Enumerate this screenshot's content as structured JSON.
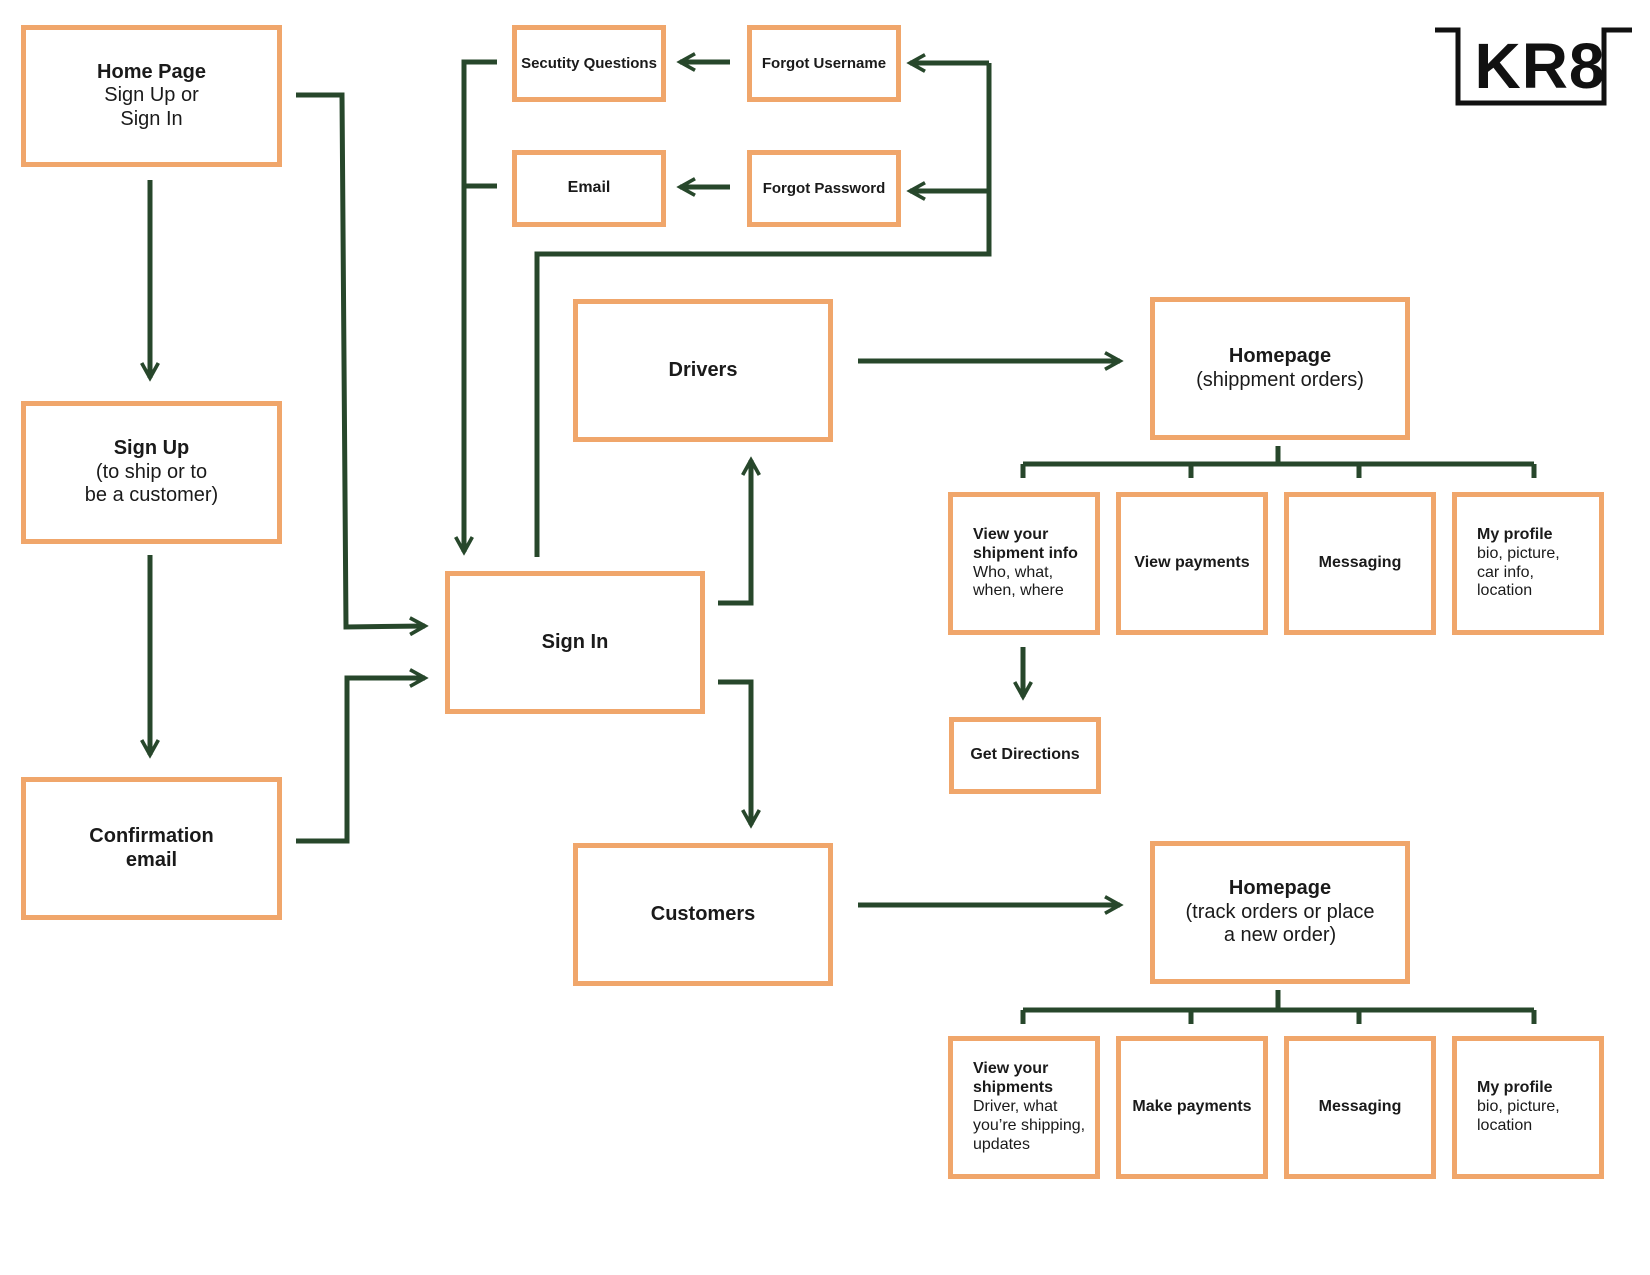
{
  "colors": {
    "box_border": "#F0A66B",
    "connector": "#27472B",
    "text": "#1a1a1a",
    "logo": "#111111"
  },
  "logo": {
    "text": "KR8"
  },
  "nodes": {
    "home": {
      "title": "Home Page",
      "sub1": "Sign Up or",
      "sub2": "Sign In"
    },
    "signup": {
      "title": "Sign Up",
      "sub1": "(to ship or to",
      "sub2": "be a customer)"
    },
    "confirm": {
      "title1": "Confirmation",
      "title2": "email"
    },
    "security": {
      "title": "Secutity Questions"
    },
    "email": {
      "title": "Email"
    },
    "forgot_user": {
      "title": "Forgot Username"
    },
    "forgot_pass": {
      "title": "Forgot Password"
    },
    "signin": {
      "title": "Sign In"
    },
    "drivers": {
      "title": "Drivers"
    },
    "customers": {
      "title": "Customers"
    },
    "driver_home": {
      "title": "Homepage",
      "sub1": "(shippment orders)"
    },
    "customer_home": {
      "title": "Homepage",
      "sub1": "(track orders or place",
      "sub2": "a new order)"
    },
    "d_shipment": {
      "title1": "View your",
      "title2": "shipment info",
      "sub1": "Who, what,",
      "sub2": "when, where"
    },
    "d_payments": {
      "title": "View payments"
    },
    "d_messaging": {
      "title": "Messaging"
    },
    "d_profile": {
      "title": "My profile",
      "sub1": "bio, picture,",
      "sub2": "car info,",
      "sub3": "location"
    },
    "d_directions": {
      "title": "Get Directions"
    },
    "c_shipments": {
      "title1": "View your",
      "title2": "shipments",
      "sub1": "Driver, what",
      "sub2": "you’re shipping,",
      "sub3": "updates"
    },
    "c_payments": {
      "title": "Make payments"
    },
    "c_messaging": {
      "title": "Messaging"
    },
    "c_profile": {
      "title": "My profile",
      "sub1": "bio, picture,",
      "sub2": "location"
    }
  }
}
